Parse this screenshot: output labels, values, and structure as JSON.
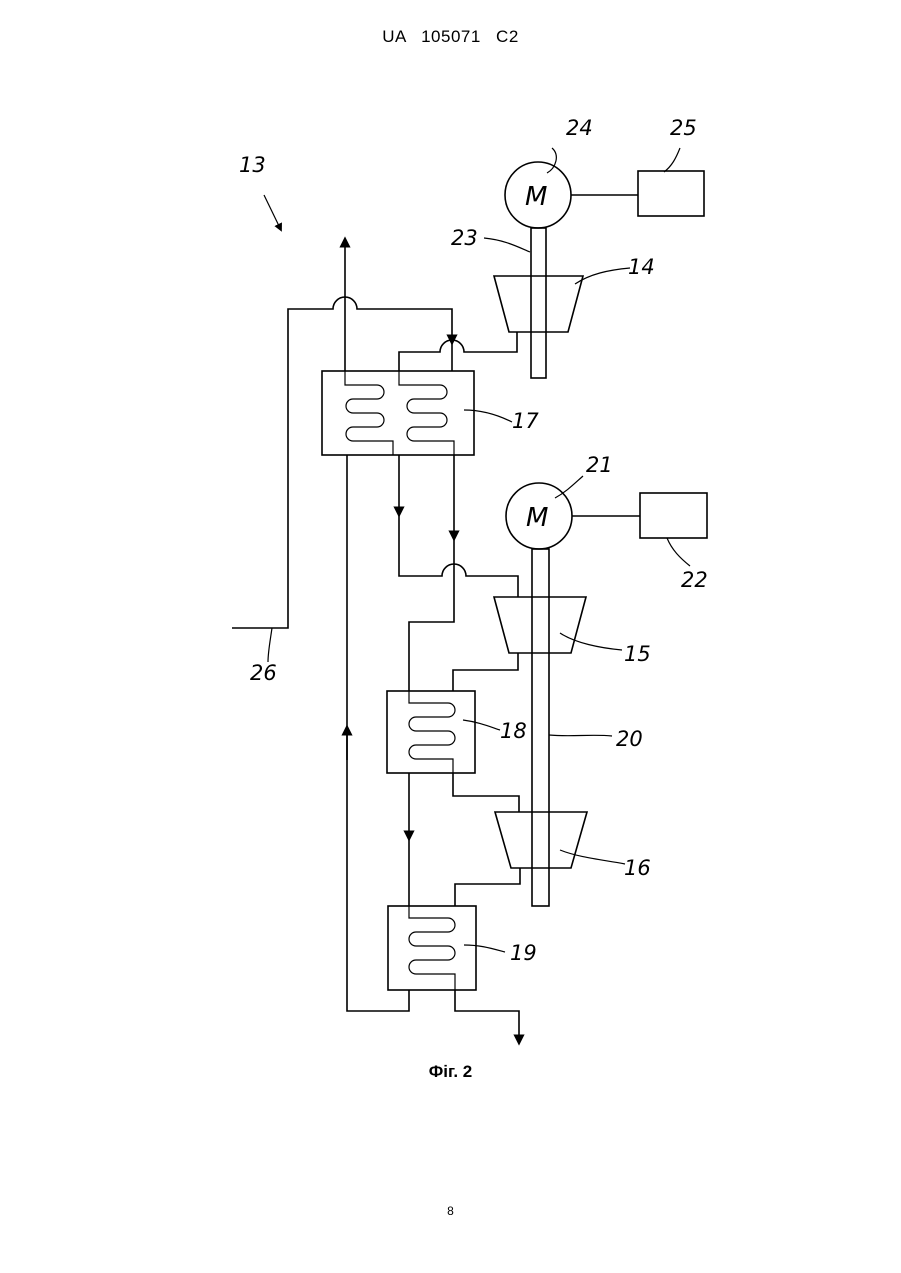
{
  "header": {
    "document_id": "UA   105071   C2"
  },
  "figure": {
    "caption": "Фіг. 2",
    "labels": {
      "l13": "13",
      "l14": "14",
      "l15": "15",
      "l16": "16",
      "l17": "17",
      "l18": "18",
      "l19": "19",
      "l20": "20",
      "l21": "21",
      "l22": "22",
      "l23": "23",
      "l24": "24",
      "l25": "25",
      "l26": "26"
    },
    "motor_symbol": "M"
  },
  "footer": {
    "page_number": "8"
  }
}
